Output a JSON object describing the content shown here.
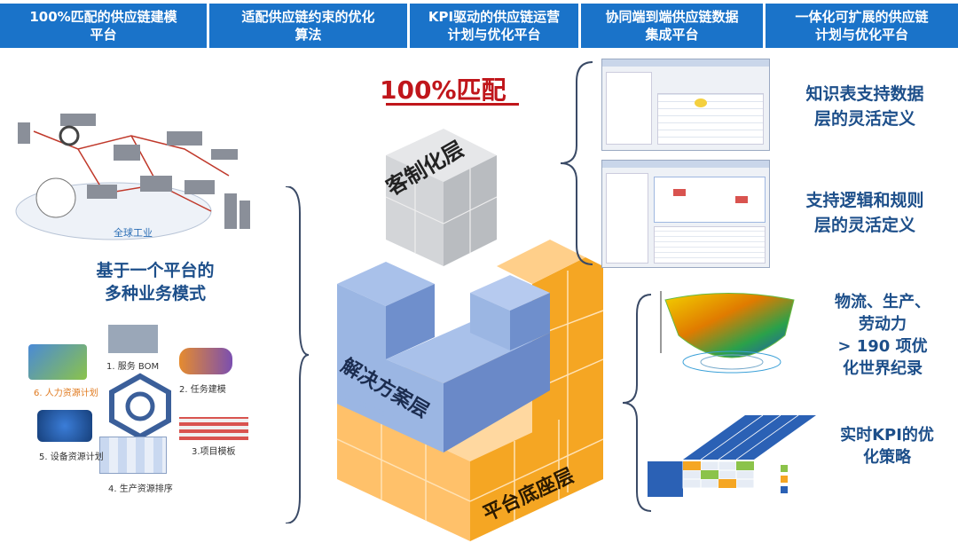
{
  "header": {
    "cells": [
      "100%匹配的供应链建模平台",
      "适配供应链约束的优化算法",
      "KPI驱动的供应链运营计划与优化平台",
      "协同端到端供应链数据集成平台",
      "一体化可扩展的供应链计划与优化平台"
    ],
    "cells_line2": [
      "平台",
      "算法",
      "计划与优化平台",
      "集成平台",
      "计划与优化平台"
    ],
    "cells_line1": [
      "100%匹配的供应链建模",
      "适配供应链约束的优化",
      "KPI驱动的供应链运营",
      "协同端到端供应链数据",
      "一体化可扩展的供应链"
    ]
  },
  "center": {
    "title": "100%匹配",
    "layer_top": "客制化层",
    "layer_mid": "解决方案层",
    "layer_bottom": "平台底座层"
  },
  "left": {
    "map_caption": "全球工业",
    "platform_line1": "基于一个平台的",
    "platform_line2": "多种业务模式",
    "modules": [
      "1. 服务 BOM",
      "2. 任务建模",
      "3.项目模板",
      "4. 生产资源排序",
      "5. 设备资源计划",
      "6. 人力资源计划"
    ]
  },
  "right": {
    "t1_line1": "知识表支持数据",
    "t1_line2": "层的灵活定义",
    "t2_line1": "支持逻辑和规则",
    "t2_line2": "层的灵活定义",
    "t3_line1": "物流、生产、",
    "t3_line2": "劳动力",
    "t3_line3": "> 190 项优",
    "t3_line4": "化世界纪录",
    "t4_line1": "实时KPI的优",
    "t4_line2": "化策略"
  },
  "colors": {
    "header_bg": "#1a73c9",
    "title_red": "#c0161b",
    "text_blue": "#1d4f8a",
    "cube_orange": "#f5a623",
    "cube_blue": "#7d9fd6",
    "cube_gray": "#c9cbce"
  }
}
